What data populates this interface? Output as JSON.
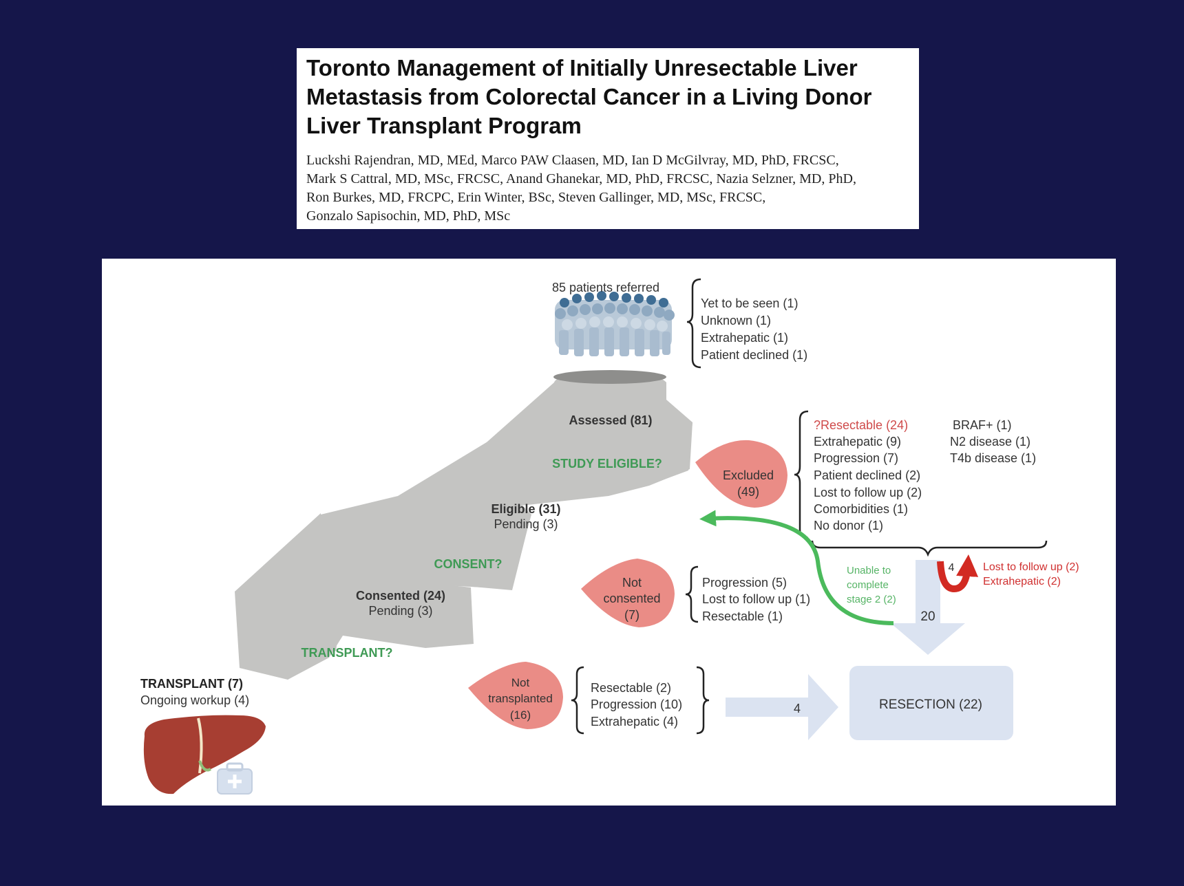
{
  "paper": {
    "title_lines": [
      "Toronto Management of Initially Unresectable Liver",
      "Metastasis from Colorectal Cancer in a Living Donor",
      "Liver Transplant Program"
    ],
    "author_lines": [
      "Luckshi Rajendran, MD, MEd, Marco PAW Claasen, MD, Ian D McGilvray, MD, PhD, FRCSC,",
      "Mark S Cattral, MD, MSc, FRCSC, Anand Ghanekar, MD, PhD, FRCSC, Nazia Selzner, MD, PhD,",
      "Ron Burkes, MD, FRCPC, Erin Winter, BSc, Steven Gallinger, MD, MSc, FRCSC,",
      "Gonzalo Sapisochin, MD, PhD, MSc"
    ]
  },
  "diagram": {
    "referred_label": "85 patients referred",
    "initial_exclusions": [
      "Yet to be seen (1)",
      "Unknown (1)",
      "Extrahepatic (1)",
      "Patient declined (1)"
    ],
    "assessed_label": "Assessed (81)",
    "q_study_eligible": "STUDY ELIGIBLE?",
    "excluded_label": [
      "Excluded",
      "(49)"
    ],
    "excluded_reasons_left": [
      "?Resectable (24)",
      "Extrahepatic (9)",
      "Progression (7)",
      "Patient declined (2)",
      "Lost to follow up (2)",
      "Comorbidities (1)",
      "No donor (1)"
    ],
    "excluded_reasons_right": [
      "BRAF+ (1)",
      "N2 disease (1)",
      "T4b disease (1)"
    ],
    "eligible_label": "Eligible (31)",
    "eligible_pending": "Pending (3)",
    "q_consent": "CONSENT?",
    "not_consented_label": [
      "Not",
      "consented",
      "(7)"
    ],
    "not_consented_reasons": [
      "Progression (5)",
      "Lost to follow up (1)",
      "Resectable (1)"
    ],
    "consented_label": "Consented (24)",
    "consented_pending": "Pending (3)",
    "q_transplant": "TRANSPLANT?",
    "not_transplanted_label": [
      "Not",
      "transplanted",
      "(16)"
    ],
    "not_transplanted_reasons": [
      "Resectable (2)",
      "Progression (10)",
      "Extrahepatic (4)"
    ],
    "transplant_label": "TRANSPLANT (7)",
    "transplant_ongoing": "Ongoing workup (4)",
    "unable_label": [
      "Unable to",
      "complete",
      "stage 2 (2)"
    ],
    "down_arrow_value": "20",
    "loop_value": "4",
    "loop_reasons": [
      "Lost to follow up (2)",
      "Extrahepatic (2)"
    ],
    "right_arrow_value": "4",
    "resection_label": "RESECTION (22)",
    "colors": {
      "funnel": "#c4c4c2",
      "question": "#3f9a55",
      "excluded_fill": "#ea8c86",
      "arrow_fill": "#dbe3f1",
      "resectable_text": "#cf4a4a",
      "loop_arrow": "#d22a22",
      "loop_text": "#d03030",
      "unable_arrow": "#4bba5c",
      "unable_text": "#56b466"
    }
  }
}
